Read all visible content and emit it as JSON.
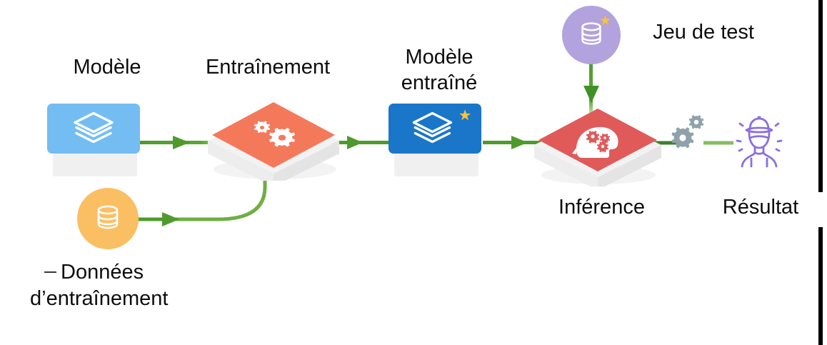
{
  "diagram": {
    "title": "Machine learning workflow (French)",
    "type": "flow-diagram",
    "background": "#ffffff",
    "connector_color": "#4f9a2d",
    "label_color": "#0d0d0d"
  },
  "labels": {
    "model": "Modèle",
    "training": "Entraînement",
    "trained_model_line1": "Modèle",
    "trained_model_line2": "entraîné",
    "test_set": "Jeu de test",
    "inference": "Inférence",
    "result": "Résultat",
    "training_data_line1": "Données",
    "training_data_line2": "d’entraînement"
  },
  "nodes": [
    {
      "id": "model",
      "label": "Modèle",
      "icon": "layers-stack-icon",
      "shape": "rounded-card",
      "color": "#73bdf2",
      "starred": false
    },
    {
      "id": "training",
      "label": "Entraînement",
      "icon": "gears-icon",
      "shape": "isometric-slab",
      "color": "#f4795b",
      "starred": false
    },
    {
      "id": "trained-model",
      "label": "Modèle entraîné",
      "icon": "layers-stack-icon",
      "shape": "rounded-card",
      "color": "#1976c8",
      "starred": true
    },
    {
      "id": "inference",
      "label": "Inférence",
      "icon": "brain-head-gears-icon",
      "shape": "isometric-slab",
      "color": "#e05a5a",
      "starred": false
    },
    {
      "id": "training-data",
      "label": "Données d’entraînement",
      "icon": "database-icon",
      "shape": "circle",
      "color": "#fbbf63",
      "starred": false
    },
    {
      "id": "test-set",
      "label": "Jeu de test",
      "icon": "database-icon",
      "shape": "circle",
      "color": "#b2a2dd",
      "starred": true
    },
    {
      "id": "result",
      "label": "Résultat",
      "icon": "person-detective-icon",
      "shape": "outline-glyph",
      "color": "#8b6fe0",
      "starred": false
    },
    {
      "id": "processing-gears",
      "label": "",
      "icon": "gears-icon",
      "shape": "outline-glyph",
      "color": "#8fa2ab",
      "starred": false
    }
  ],
  "connectors": [
    {
      "from": "model",
      "to": "training",
      "style": "straight-arrow",
      "color": "#4f9a2d"
    },
    {
      "from": "training",
      "to": "trained-model",
      "style": "straight-arrow",
      "color": "#4f9a2d"
    },
    {
      "from": "trained-model",
      "to": "inference",
      "style": "straight-arrow",
      "color": "#4f9a2d"
    },
    {
      "from": "training-data",
      "to": "training",
      "style": "curved-arrow",
      "color": "#4f9a2d"
    },
    {
      "from": "test-set",
      "to": "inference",
      "style": "down-arrow",
      "color": "#4f9a2d"
    },
    {
      "from": "inference",
      "to": "processing-gears",
      "style": "line",
      "color": "#4f9a2d"
    },
    {
      "from": "processing-gears",
      "to": "result",
      "style": "line",
      "color": "#7fb65a"
    }
  ],
  "decorations": {
    "right_edge_bars": 2,
    "bar_color": "#000000",
    "leader_dash": "—"
  }
}
